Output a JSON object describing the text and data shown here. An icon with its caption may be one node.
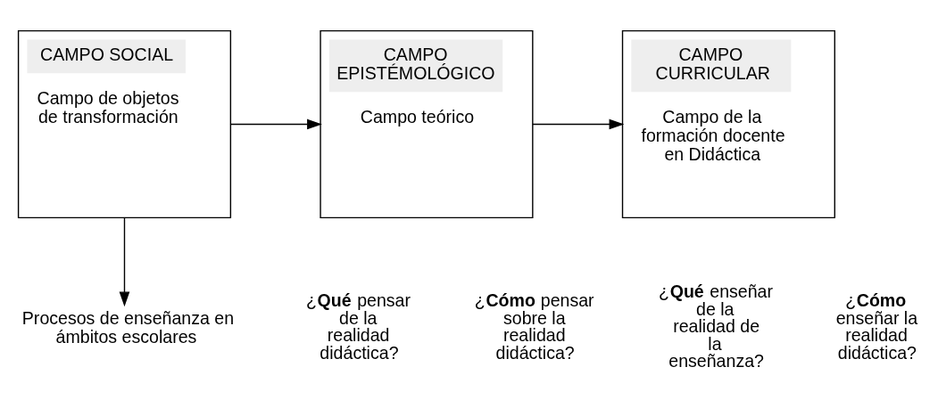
{
  "diagram": {
    "nodes": [
      {
        "text": [
          "CAMPO SOCIAL",
          "Campo de objetos de transformación"
        ]
      },
      {
        "text": [
          "CAMPO EPISTÉMOLÓGICO",
          "Campo teórico"
        ]
      },
      {
        "text": [
          "CAMPO CURRICULAR",
          "Campo de la formación docente en Didáctica"
        ]
      },
      {
        "text": [
          "Procesos de enseñanza en ámbitos escolares"
        ]
      }
    ],
    "edges": [
      {
        "from": 0,
        "to": 1,
        "arrow": "to"
      },
      {
        "from": 1,
        "to": 2,
        "arrow": "to"
      },
      {
        "from": 0,
        "to": 3,
        "arrow": "to"
      }
    ],
    "labels": [
      "¿**Qué** pensar de la realidad didáctica?",
      "¿**Cómo** pensar sobre la realidad didáctica?",
      "¿**Qué** enseñar de la realidad de la enseñanza?",
      "¿**Cómo** enseñar la realidad didáctica?"
    ]
  }
}
